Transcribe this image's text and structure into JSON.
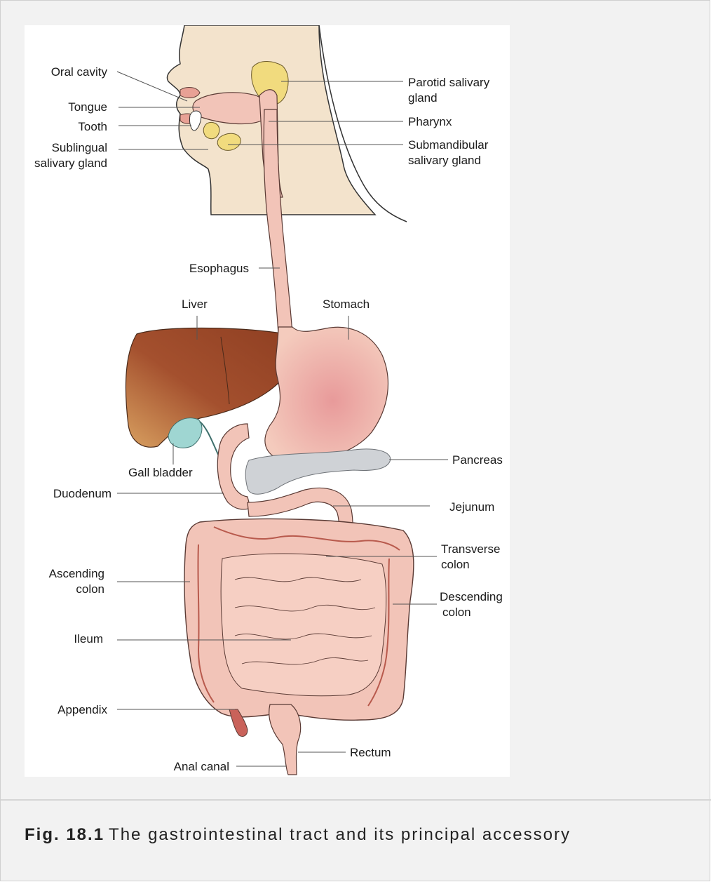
{
  "figure": {
    "caption_label": "Fig. 18.1",
    "caption_text": "The gastrointestinal tract and its principal accessory"
  },
  "labels": {
    "oral_cavity": "Oral cavity",
    "tongue": "Tongue",
    "tooth": "Tooth",
    "sublingual_1": "Sublingual",
    "sublingual_2": "salivary gland",
    "parotid_1": "Parotid salivary",
    "parotid_2": "gland",
    "pharynx": "Pharynx",
    "submandibular_1": "Submandibular",
    "submandibular_2": "salivary gland",
    "esophagus": "Esophagus",
    "liver": "Liver",
    "stomach": "Stomach",
    "pancreas": "Pancreas",
    "gall_bladder": "Gall bladder",
    "duodenum": "Duodenum",
    "jejunum": "Jejunum",
    "transverse_1": "Transverse",
    "transverse_2": "colon",
    "ascending_1": "Ascending",
    "ascending_2": "colon",
    "descending_1": "Descending",
    "descending_2": "colon",
    "ileum": "Ileum",
    "appendix": "Appendix",
    "rectum": "Rectum",
    "anal_canal": "Anal canal"
  },
  "colors": {
    "skin": "#f3e3cc",
    "tract": "#f2c4b8",
    "tract_outline": "#5a3a34",
    "liver": "#a5522f",
    "gall_bladder": "#9fd6d2",
    "pancreas": "#cfd2d6",
    "salivary": "#f1db7e",
    "vessel": "#b85a4d"
  }
}
